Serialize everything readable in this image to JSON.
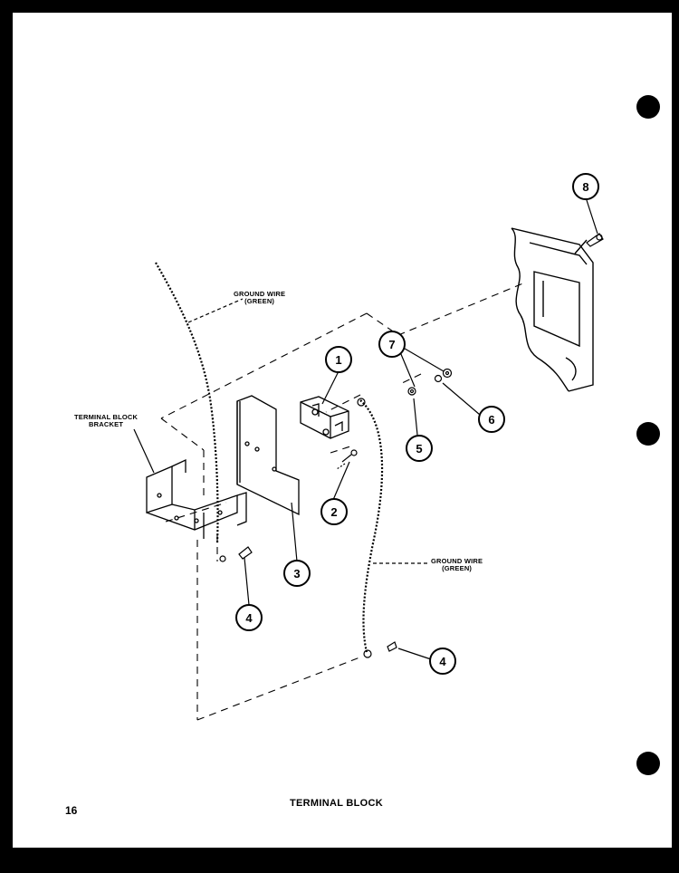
{
  "callouts": {
    "c1": "1",
    "c2": "2",
    "c3": "3",
    "c4": "4",
    "c5": "5",
    "c6": "6",
    "c7": "7",
    "c8": "8"
  },
  "labels": {
    "ground_wire_upper": {
      "line1": "GROUND WIRE",
      "line2": "(GREEN)"
    },
    "terminal_block_bracket": {
      "line1": "TERMINAL BLOCK",
      "line2": "BRACKET"
    },
    "ground_wire_lower": {
      "line1": "GROUND WIRE",
      "line2": "(GREEN)"
    }
  },
  "footer": {
    "title": "TERMINAL BLOCK",
    "page_number": "16"
  }
}
